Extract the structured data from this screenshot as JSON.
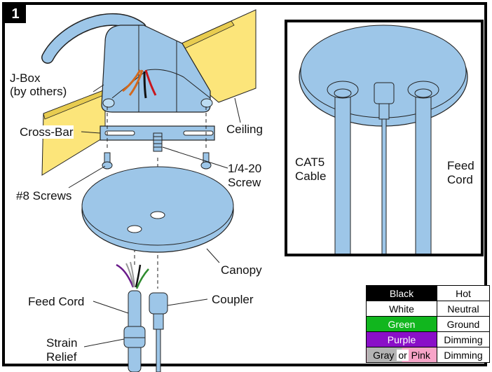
{
  "step_number": "1",
  "labels": {
    "jbox": "J-Box",
    "jbox_note": "(by others)",
    "ceiling": "Ceiling",
    "crossbar": "Cross-Bar",
    "screw_quarter": "1/4-20",
    "screw_quarter_2": "Screw",
    "screws8": "#8 Screws",
    "canopy": "Canopy",
    "feed_cord": "Feed Cord",
    "coupler": "Coupler",
    "strain": "Strain",
    "relief": "Relief",
    "inset_cat5": "CAT5",
    "inset_cable": "Cable",
    "inset_feed": "Feed",
    "inset_cord": "Cord"
  },
  "colors": {
    "part_blue": "#9dc6e8",
    "ceiling_yellow": "#fce57a",
    "wire_orange": "#d2691e",
    "wire_red": "#c8161d",
    "wire_black": "#111111",
    "wire_purple": "#6a1b8a",
    "wire_green": "#2e8b2e"
  },
  "legend": [
    {
      "color": "Black",
      "function": "Hot",
      "bg": "#000000",
      "fg": "#ffffff"
    },
    {
      "color": "White",
      "function": "Neutral",
      "bg": "#ffffff",
      "fg": "#000000"
    },
    {
      "color": "Green",
      "function": "Ground",
      "bg": "#11b61e",
      "fg": "#ffffff"
    },
    {
      "color": "Purple",
      "function": "Dimming",
      "bg": "#8a0fc8",
      "fg": "#ffffff"
    },
    {
      "color_a": "Gray",
      "or": "or",
      "color_b": "Pink",
      "function": "Dimming",
      "bg_a": "#b4b4b4",
      "bg_b": "#f7a4c8",
      "fg": "#000000"
    }
  ]
}
